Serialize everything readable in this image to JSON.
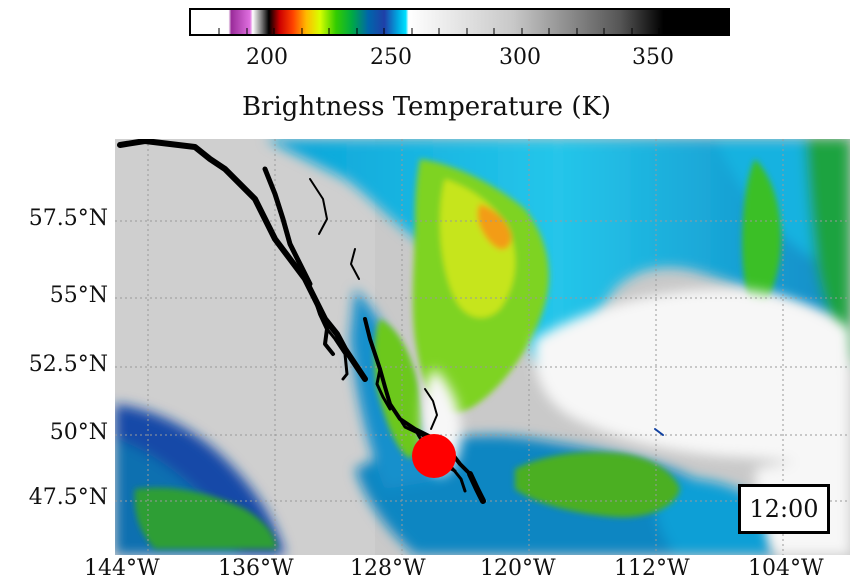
{
  "colorbar": {
    "title": "Brightness Temperature (K)",
    "ticks": [
      "200",
      "250",
      "300",
      "350"
    ]
  },
  "axes": {
    "latitude_labels": [
      "57.5°N",
      "55°N",
      "52.5°N",
      "50°N",
      "47.5°N"
    ],
    "longitude_labels": [
      "144°W",
      "136°W",
      "128°W",
      "120°W",
      "112°W",
      "104°W"
    ]
  },
  "timestamp": "12:00",
  "colors": {
    "marker": "#ff0000",
    "coastline": "#000000",
    "frame": "#000000"
  }
}
